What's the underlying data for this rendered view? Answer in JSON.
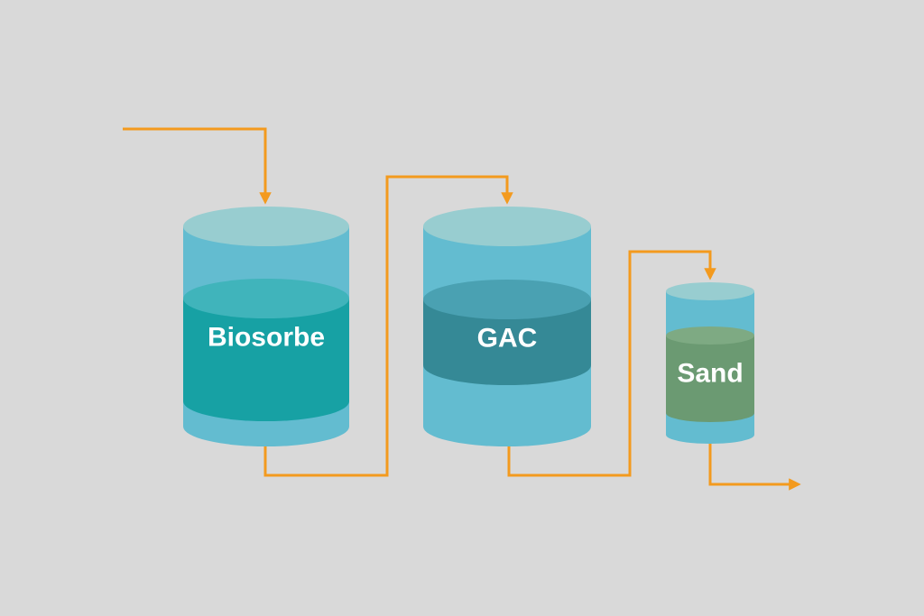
{
  "colors": {
    "background": "#d9d9d9",
    "pipe": "#f39a1e",
    "water_body": "#63bcd0",
    "water_top": "#98cdd0",
    "biosorbe_band": "#17a1a4",
    "biosorbe_top": "#40b4bb",
    "gac_band": "#358996",
    "gac_top": "#4aa1b2",
    "sand_band": "#6b9a72",
    "sand_top": "#7eaa83"
  },
  "stages": [
    {
      "label": "Biosorbe"
    },
    {
      "label": "GAC"
    },
    {
      "label": "Sand"
    }
  ]
}
